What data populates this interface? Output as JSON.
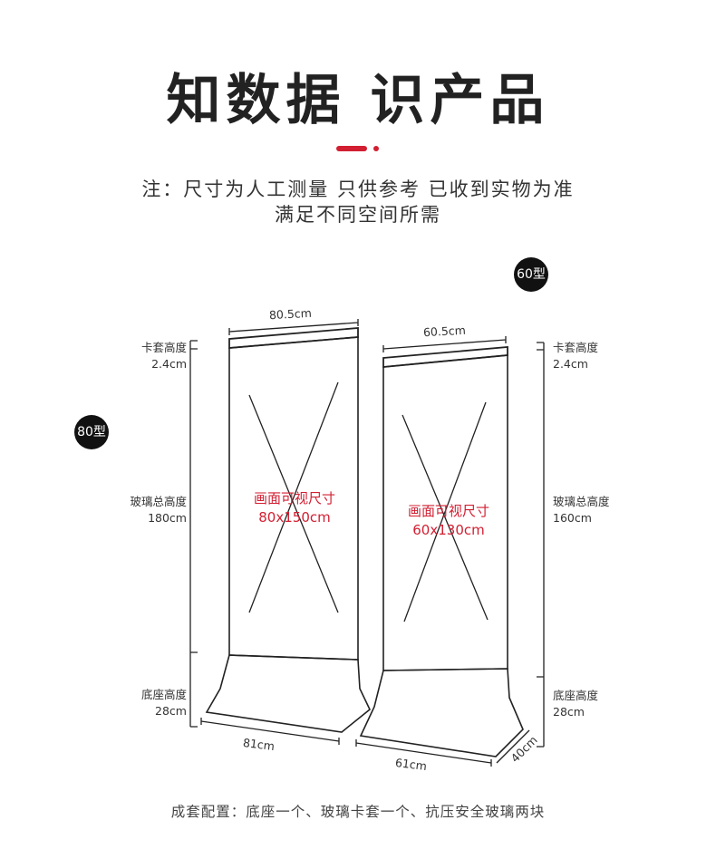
{
  "title": "知数据 识产品",
  "note_line1": "注：尺寸为人工测量 只供参考 已收到实物为准",
  "note_line2": "满足不同空间所需",
  "model_80": {
    "badge": "80型",
    "top_width": "80.5cm",
    "bottom_width": "81cm",
    "sleeve_label": "卡套高度",
    "sleeve_value": "2.4cm",
    "glass_label": "玻璃总高度",
    "glass_value": "180cm",
    "base_label": "底座高度",
    "base_value": "28cm",
    "screen_label": "画面可视尺寸",
    "screen_value": "80x150cm"
  },
  "model_60": {
    "badge": "60型",
    "top_width": "60.5cm",
    "bottom_width": "61cm",
    "depth": "40cm",
    "sleeve_label": "卡套高度",
    "sleeve_value": "2.4cm",
    "glass_label": "玻璃总高度",
    "glass_value": "160cm",
    "base_label": "底座高度",
    "base_value": "28cm",
    "screen_label": "画面可视尺寸",
    "screen_value": "60x130cm"
  },
  "footer": "成套配置：底座一个、玻璃卡套一个、抗压安全玻璃两块",
  "colors": {
    "accent": "#d21f32",
    "badge": "#111111"
  }
}
